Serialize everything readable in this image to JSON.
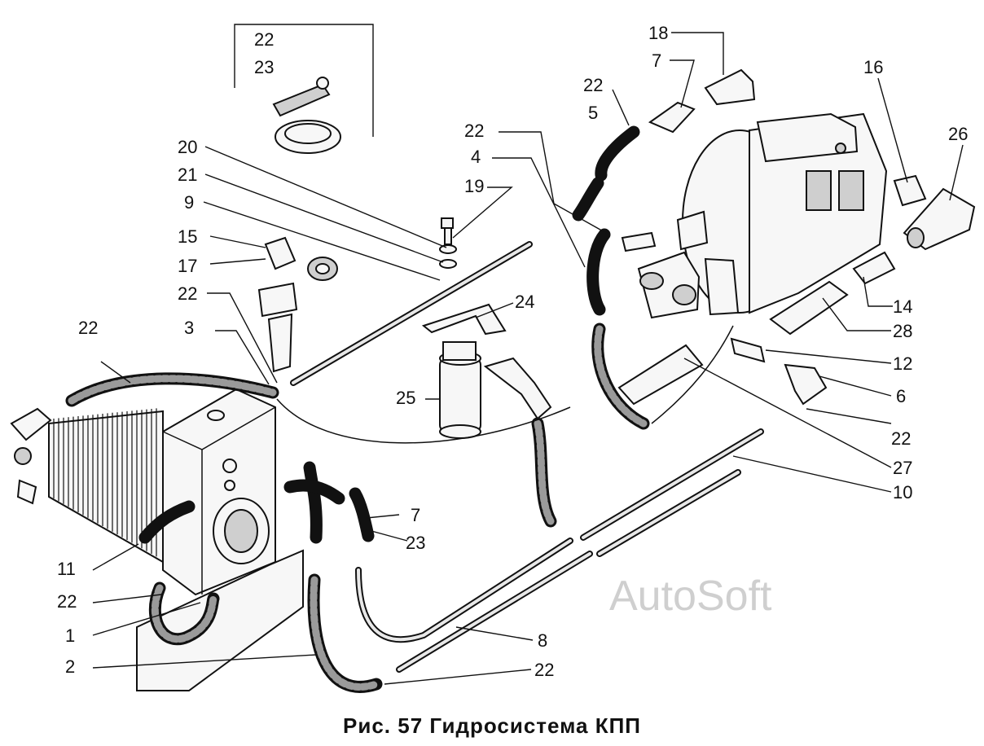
{
  "caption": {
    "title": "Рис. 57 Гидросистема КПП"
  },
  "watermark": "AutoSoft",
  "callouts": {
    "inset_a": "22",
    "inset_b": "23",
    "c20": "20",
    "c21": "21",
    "c9": "9",
    "c15": "15",
    "c17": "17",
    "c22_left": "22",
    "c22_hose": "22",
    "c3": "3",
    "c19": "19",
    "c22_mid": "22",
    "c4": "4",
    "c24": "24",
    "c25": "25",
    "c18": "18",
    "c7_top": "7",
    "c22_top": "22",
    "c5": "5",
    "c16": "16",
    "c26": "26",
    "c14": "14",
    "c28": "28",
    "c12": "12",
    "c6": "6",
    "c22_right": "22",
    "c27": "27",
    "c10": "10",
    "c7_mid": "7",
    "c23_mid": "23",
    "c11": "11",
    "c22_bl": "22",
    "c1": "1",
    "c2": "2",
    "c8": "8",
    "c22_bottom": "22"
  }
}
